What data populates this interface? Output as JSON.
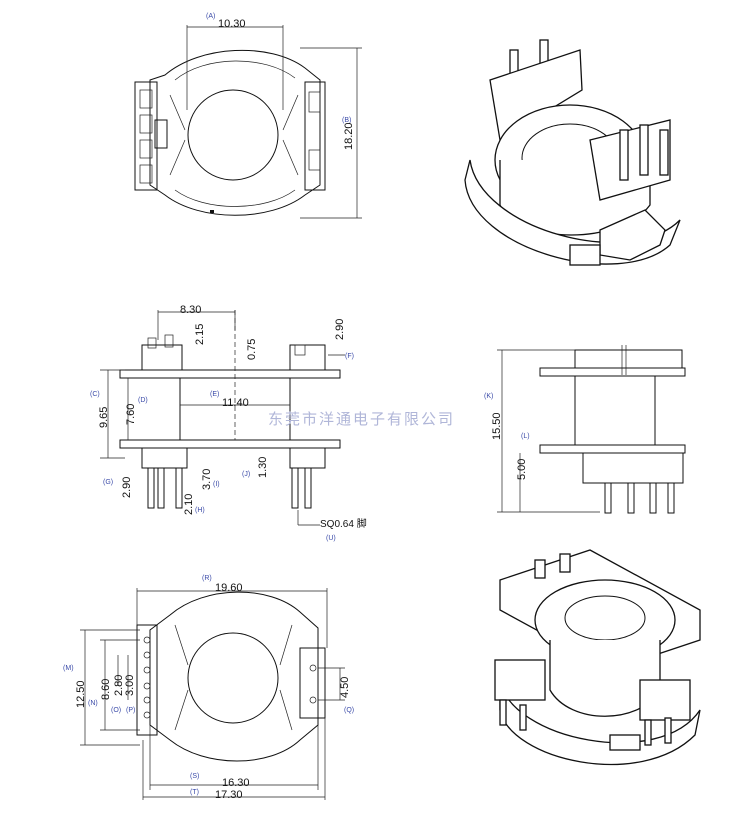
{
  "watermark": "东莞市洋通电子有限公司",
  "top_view": {
    "dims": [
      {
        "label": "A",
        "value": "10.30"
      },
      {
        "label": "B",
        "value": "18.20"
      }
    ]
  },
  "front_view": {
    "dims": [
      {
        "value": "8.30"
      },
      {
        "value": "2.15"
      },
      {
        "value": "0.75"
      },
      {
        "value": "2.90"
      },
      {
        "label": "F",
        "value": ""
      },
      {
        "label": "C",
        "value": "9.65"
      },
      {
        "label": "D",
        "value": "7.60"
      },
      {
        "label": "E",
        "value": "11.40"
      },
      {
        "label": "G",
        "value": "2.90"
      },
      {
        "label": "I",
        "value": "3.70"
      },
      {
        "label": "J",
        "value": "1.30"
      },
      {
        "label": "H",
        "value": "2.10"
      },
      {
        "label": "U",
        "value": "SQ0.64"
      }
    ],
    "pin_note": "SQ0.64 脚"
  },
  "side_view": {
    "dims": [
      {
        "label": "K",
        "value": "15.50"
      },
      {
        "label": "L",
        "value": "5.00"
      }
    ]
  },
  "bottom_view": {
    "dims": [
      {
        "label": "R",
        "value": "19.60"
      },
      {
        "label": "M",
        "value": "12.50"
      },
      {
        "label": "N",
        "value": "8.60"
      },
      {
        "label": "O",
        "value": "2.80"
      },
      {
        "label": "P",
        "value": "3.00"
      },
      {
        "label": "Q",
        "value": "4.50"
      },
      {
        "label": "S",
        "value": "16.30"
      },
      {
        "label": "T",
        "value": "17.30"
      }
    ]
  }
}
